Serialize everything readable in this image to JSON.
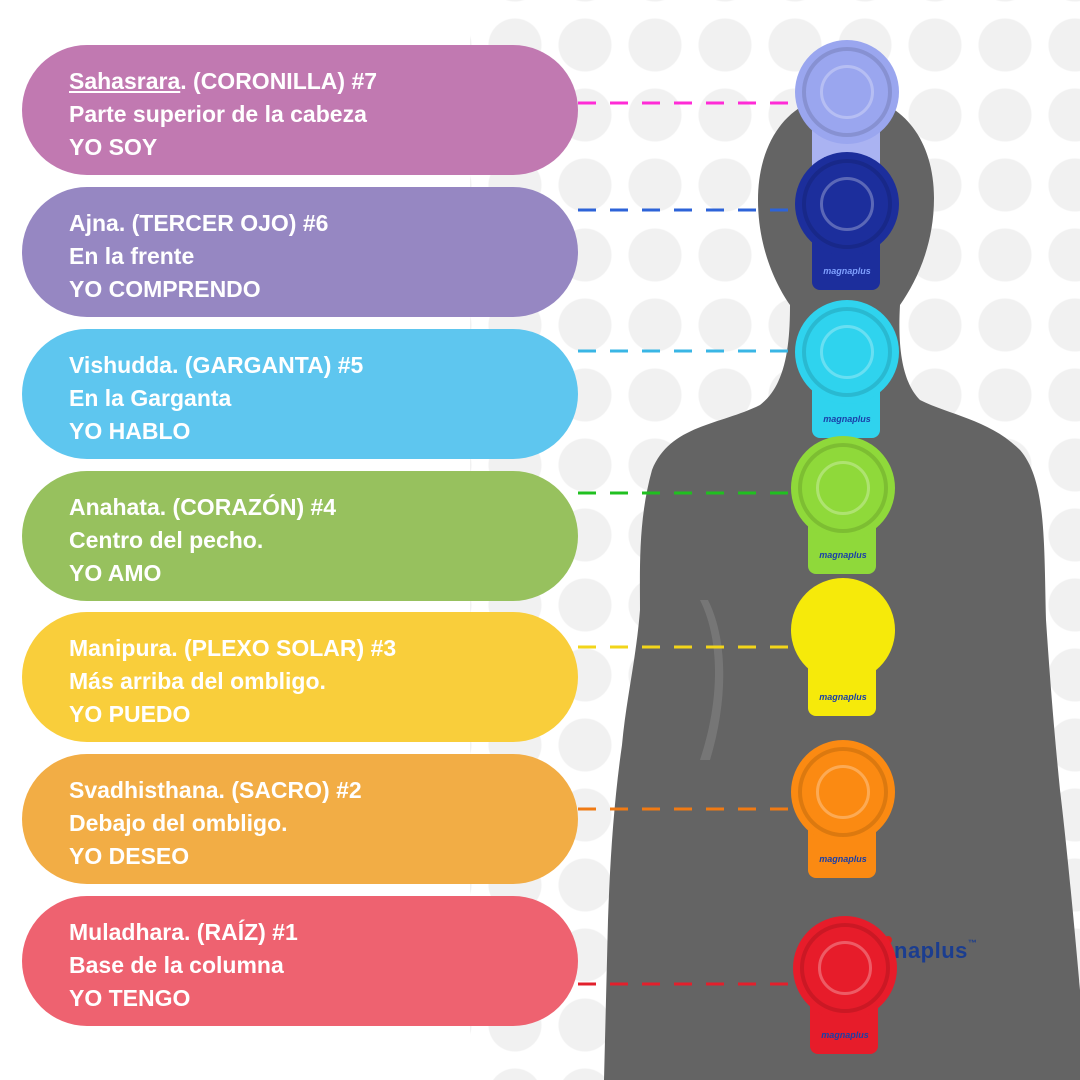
{
  "brand": {
    "magnet_label": "magnaplus",
    "watermark": "naplus",
    "watermark_tm": "™"
  },
  "chakras": [
    {
      "name": "Sahasrara",
      "title_rest": ". (CORONILLA) #7",
      "location": "Parte superior de la cabeza",
      "affirmation": "YO SOY",
      "card_color": "#c179b1",
      "magnet_color": "#9aa6ef",
      "line_color": "#ff2bd6"
    },
    {
      "name": "Ajna",
      "title_rest": ". (TERCER OJO) #6",
      "location": "En la frente",
      "affirmation": "YO COMPRENDO",
      "card_color": "#9687c2",
      "magnet_color": "#1c2e9c",
      "line_color": "#2d63d8"
    },
    {
      "name": "Vishudda",
      "title_rest": ". (GARGANTA) #5",
      "location": "En la Garganta",
      "affirmation": "YO HABLO",
      "card_color": "#5ec6ef",
      "magnet_color": "#2fd3ee",
      "line_color": "#39b6e5"
    },
    {
      "name": "Anahata",
      "title_rest": ". (CORAZÓN) #4",
      "location": "Centro del pecho.",
      "affirmation": "YO AMO",
      "card_color": "#97c15e",
      "magnet_color": "#8fd93a",
      "line_color": "#20c020"
    },
    {
      "name": "Manipura",
      "title_rest": ". (PLEXO SOLAR) #3",
      "location": "Más arriba del ombligo.",
      "affirmation": "YO PUEDO",
      "card_color": "#f9ce3b",
      "magnet_color": "#f6ea0a",
      "line_color": "#f2d51a"
    },
    {
      "name": "Svadhisthana",
      "title_rest": ". (SACRO) #2",
      "location": "Debajo del ombligo.",
      "affirmation": "YO DESEO",
      "card_color": "#f2ad45",
      "magnet_color": "#fb8a12",
      "line_color": "#f07a14"
    },
    {
      "name": "Muladhara",
      "title_rest": ". (RAÍZ) #1",
      "location": "Base de la columna",
      "affirmation": "YO TENGO",
      "card_color": "#ee6270",
      "magnet_color": "#e71c2a",
      "line_color": "#e2202c"
    }
  ]
}
